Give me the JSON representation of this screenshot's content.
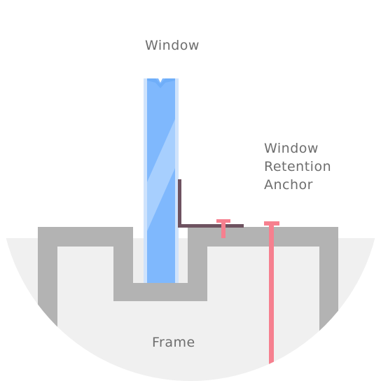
{
  "labels": {
    "window": "Window",
    "anchor_line1": "Window",
    "anchor_line2": "Retention",
    "anchor_line3": "Anchor",
    "frame": "Frame"
  },
  "colors": {
    "circle_background": "#f0f0f0",
    "frame_gray": "#b3b3b3",
    "glass_blue": "#7fb8fd",
    "glass_light": "#a7cffe",
    "glass_edge": "#cfe3fc",
    "anchor_bracket": "#6e5260",
    "screw_pink": "#f6808f",
    "label_text": "#6e6e6e"
  },
  "icons": [
    "window-glass",
    "retention-anchor-bracket",
    "pink-fastener",
    "pink-fastener-long"
  ]
}
